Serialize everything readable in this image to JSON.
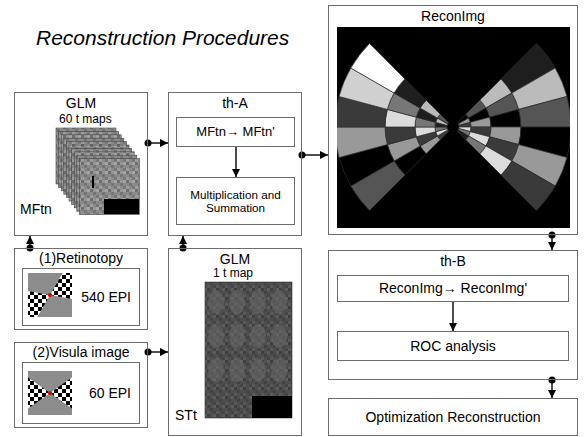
{
  "diagram": {
    "title": "Reconstruction Procedures",
    "nodes": [
      {
        "text": [
          "GLM",
          "60 t maps",
          "MFtn"
        ]
      },
      {
        "text": [
          "th-A"
        ]
      },
      {
        "text": [
          "MFtn→ MFtn'"
        ],
        "in": 1
      },
      {
        "text": [
          "Multiplication and Summation"
        ],
        "in": 1
      },
      {
        "text": [
          "ReconImg"
        ]
      },
      {
        "text": [
          "(1)Retinotopy"
        ]
      },
      {
        "text": [
          "540 EPI"
        ],
        "in": 5
      },
      {
        "text": [
          "GLM",
          "1 t map",
          "STt"
        ]
      },
      {
        "text": [
          "th-B"
        ]
      },
      {
        "text": [
          "ReconImg→ ReconImg'"
        ],
        "in": 8
      },
      {
        "text": [
          "ROC analysis"
        ],
        "in": 8
      },
      {
        "text": [
          "(2)Visula image"
        ]
      },
      {
        "text": [
          "60 EPI"
        ],
        "in": 11
      },
      {
        "text": [
          "Optimization Reconstruction"
        ]
      }
    ],
    "edges": [
      {
        "from": 5,
        "to": 0,
        "arrow": "to"
      },
      {
        "from": 0,
        "to": 1,
        "arrow": "to"
      },
      {
        "from": 7,
        "to": 1,
        "arrow": "to"
      },
      {
        "from": 11,
        "to": 7,
        "arrow": "to"
      },
      {
        "from": 1,
        "to": 4,
        "arrow": "to"
      },
      {
        "from": 4,
        "to": 8,
        "arrow": "to"
      },
      {
        "from": 8,
        "to": 13,
        "arrow": "to"
      },
      {
        "from": 2,
        "to": 3,
        "arrow": "to"
      },
      {
        "from": 9,
        "to": 10,
        "arrow": "to"
      }
    ]
  }
}
